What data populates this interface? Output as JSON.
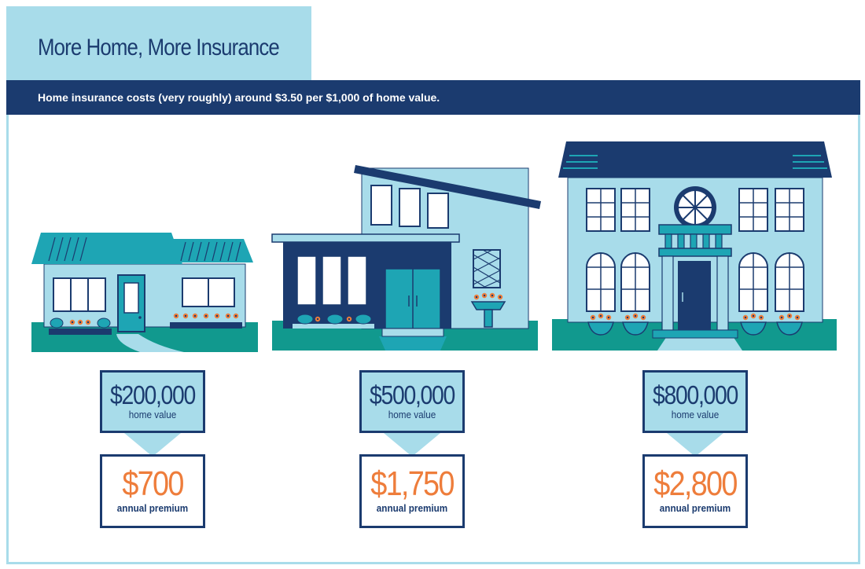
{
  "title": "More Home, More Insurance",
  "subtitle": "Home insurance costs (very roughly) around $3.50 per $1,000 of home value.",
  "colors": {
    "navy": "#1b3b6f",
    "light_blue": "#a8dcea",
    "teal": "#1ea5b4",
    "green": "#11998e",
    "orange": "#ee7d3b"
  },
  "houses": [
    {
      "value": "$200,000",
      "value_label": "home value",
      "premium": "$700",
      "premium_label": "annual premium"
    },
    {
      "value": "$500,000",
      "value_label": "home value",
      "premium": "$1,750",
      "premium_label": "annual premium"
    },
    {
      "value": "$800,000",
      "value_label": "home value",
      "premium": "$2,800",
      "premium_label": "annual premium"
    }
  ]
}
